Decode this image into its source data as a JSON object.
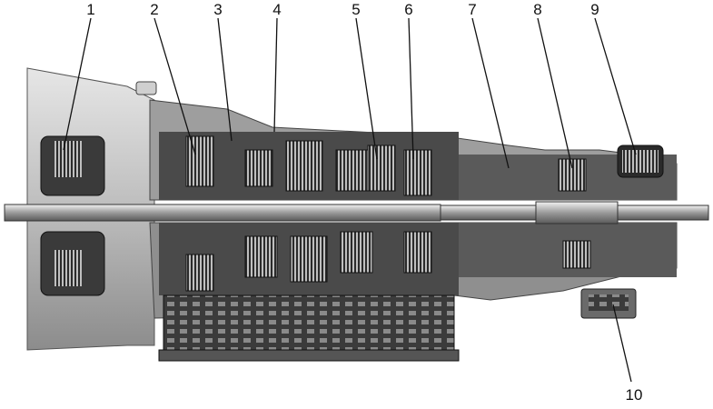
{
  "figure": {
    "subject": "transmission-cutaway",
    "callouts": [
      {
        "id": "1",
        "label": "1"
      },
      {
        "id": "2",
        "label": "2"
      },
      {
        "id": "3",
        "label": "3"
      },
      {
        "id": "4",
        "label": "4"
      },
      {
        "id": "5",
        "label": "5"
      },
      {
        "id": "6",
        "label": "6"
      },
      {
        "id": "7",
        "label": "7"
      },
      {
        "id": "8",
        "label": "8"
      },
      {
        "id": "9",
        "label": "9"
      },
      {
        "id": "10",
        "label": "10"
      }
    ],
    "colors": {
      "background": "#ffffff",
      "casing_light": "#d9d9d9",
      "casing_mid": "#a6a6a6",
      "section_dark": "#3a3a3a",
      "section_black": "#151515",
      "leader": "#111111"
    }
  }
}
